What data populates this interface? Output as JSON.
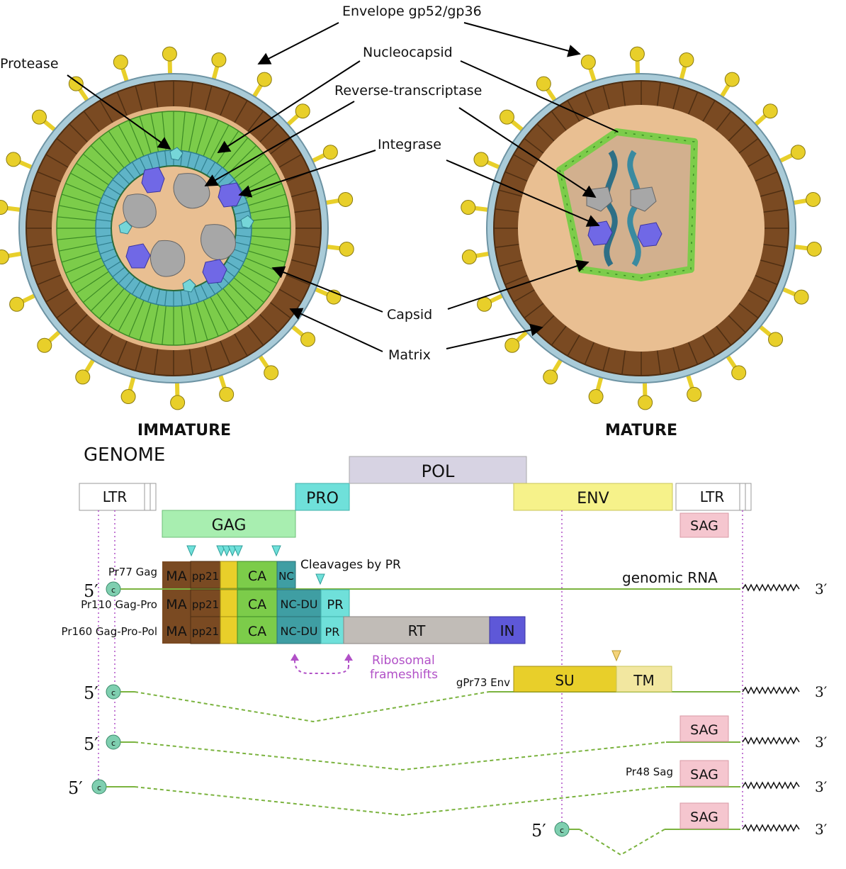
{
  "virion": {
    "immature_title": "IMMATURE",
    "mature_title": "MATURE",
    "labels": {
      "envelope": "Envelope gp52/gp36",
      "protease": "Protease",
      "nucleocapsid": "Nucleocapsid",
      "reverse_transcriptase": "Reverse-transcriptase",
      "integrase": "Integrase",
      "capsid": "Capsid",
      "matrix": "Matrix"
    }
  },
  "genome": {
    "title": "GENOME",
    "genes": {
      "ltr_left": "LTR",
      "gag": "GAG",
      "pro": "PRO",
      "pol": "POL",
      "env": "ENV",
      "ltr_right": "LTR",
      "sag": "SAG"
    },
    "cleavage_label": "Cleavages by PR",
    "rna_label": "genomic RNA",
    "frameshift_label_1": "Ribosomal",
    "frameshift_label_2": "frameshifts",
    "five_prime": "5′",
    "three_prime": "3′",
    "cap": "c",
    "precursors": {
      "pr77": "Pr77 Gag",
      "pr110": "Pr110 Gag-Pro",
      "pr160": "Pr160 Gag-Pro-Pol",
      "gpr73": "gPr73 Env",
      "pr48": "Pr48 Sag"
    },
    "domains": {
      "ma": "MA",
      "pp21": "pp21",
      "ca": "CA",
      "nc": "NC",
      "nc_du": "NC-DU",
      "pr": "PR",
      "rt": "RT",
      "in": "IN",
      "su": "SU",
      "tm": "TM",
      "sag": "SAG"
    }
  },
  "colors": {
    "spike": "#e8cf2a",
    "matrix": "#7a4a22",
    "capsid": "#7ccc4a",
    "nucleocapsid": "#5fb4c7",
    "core": "#e9bf92",
    "enzyme_blue": "#7068e6",
    "enzyme_grey": "#a7a7a7",
    "gag": "#a8eeb0",
    "pro": "#6fe0da",
    "pol": "#d7d3e3",
    "env": "#f6f28a",
    "sag": "#f5c6cf",
    "rt": "#c1bcb7",
    "in": "#5e58d8",
    "su": "#e8cf2a",
    "tm": "#f2e7a0",
    "frameshift": "#b150c7",
    "rna": "#7bb33f"
  }
}
